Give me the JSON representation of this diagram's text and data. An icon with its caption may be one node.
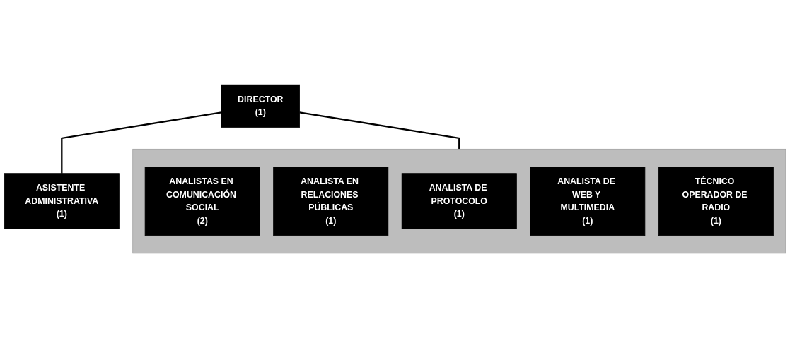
{
  "diagram": {
    "nodes": [
      {
        "text": [
          "DIRECTOR",
          "(1)"
        ]
      },
      {
        "text": [
          "ASISTENTE ADMINISTRATIVA",
          "(1)"
        ]
      },
      {
        "text": [],
        "shape": "box"
      },
      {
        "text": [
          "ANALISTAS EN COMUNICACIÓN SOCIAL",
          "(2)"
        ],
        "in": 2
      },
      {
        "text": [
          "ANALISTA EN RELACIONES PÚBLICAS",
          "(1)"
        ],
        "in": 2
      },
      {
        "text": [
          "ANALISTA DE PROTOCOLO",
          "(1)"
        ],
        "in": 2
      },
      {
        "text": [
          "ANALISTA DE WEB Y MULTIMEDIA",
          "(1)"
        ],
        "in": 2
      },
      {
        "text": [
          "TÉCNICO OPERADOR DE RADIO",
          "(1)"
        ],
        "in": 2
      }
    ],
    "edges": [
      {
        "from": 0,
        "to": 1,
        "arrow": "none"
      },
      {
        "from": 0,
        "to": 2,
        "arrow": "none"
      }
    ]
  }
}
